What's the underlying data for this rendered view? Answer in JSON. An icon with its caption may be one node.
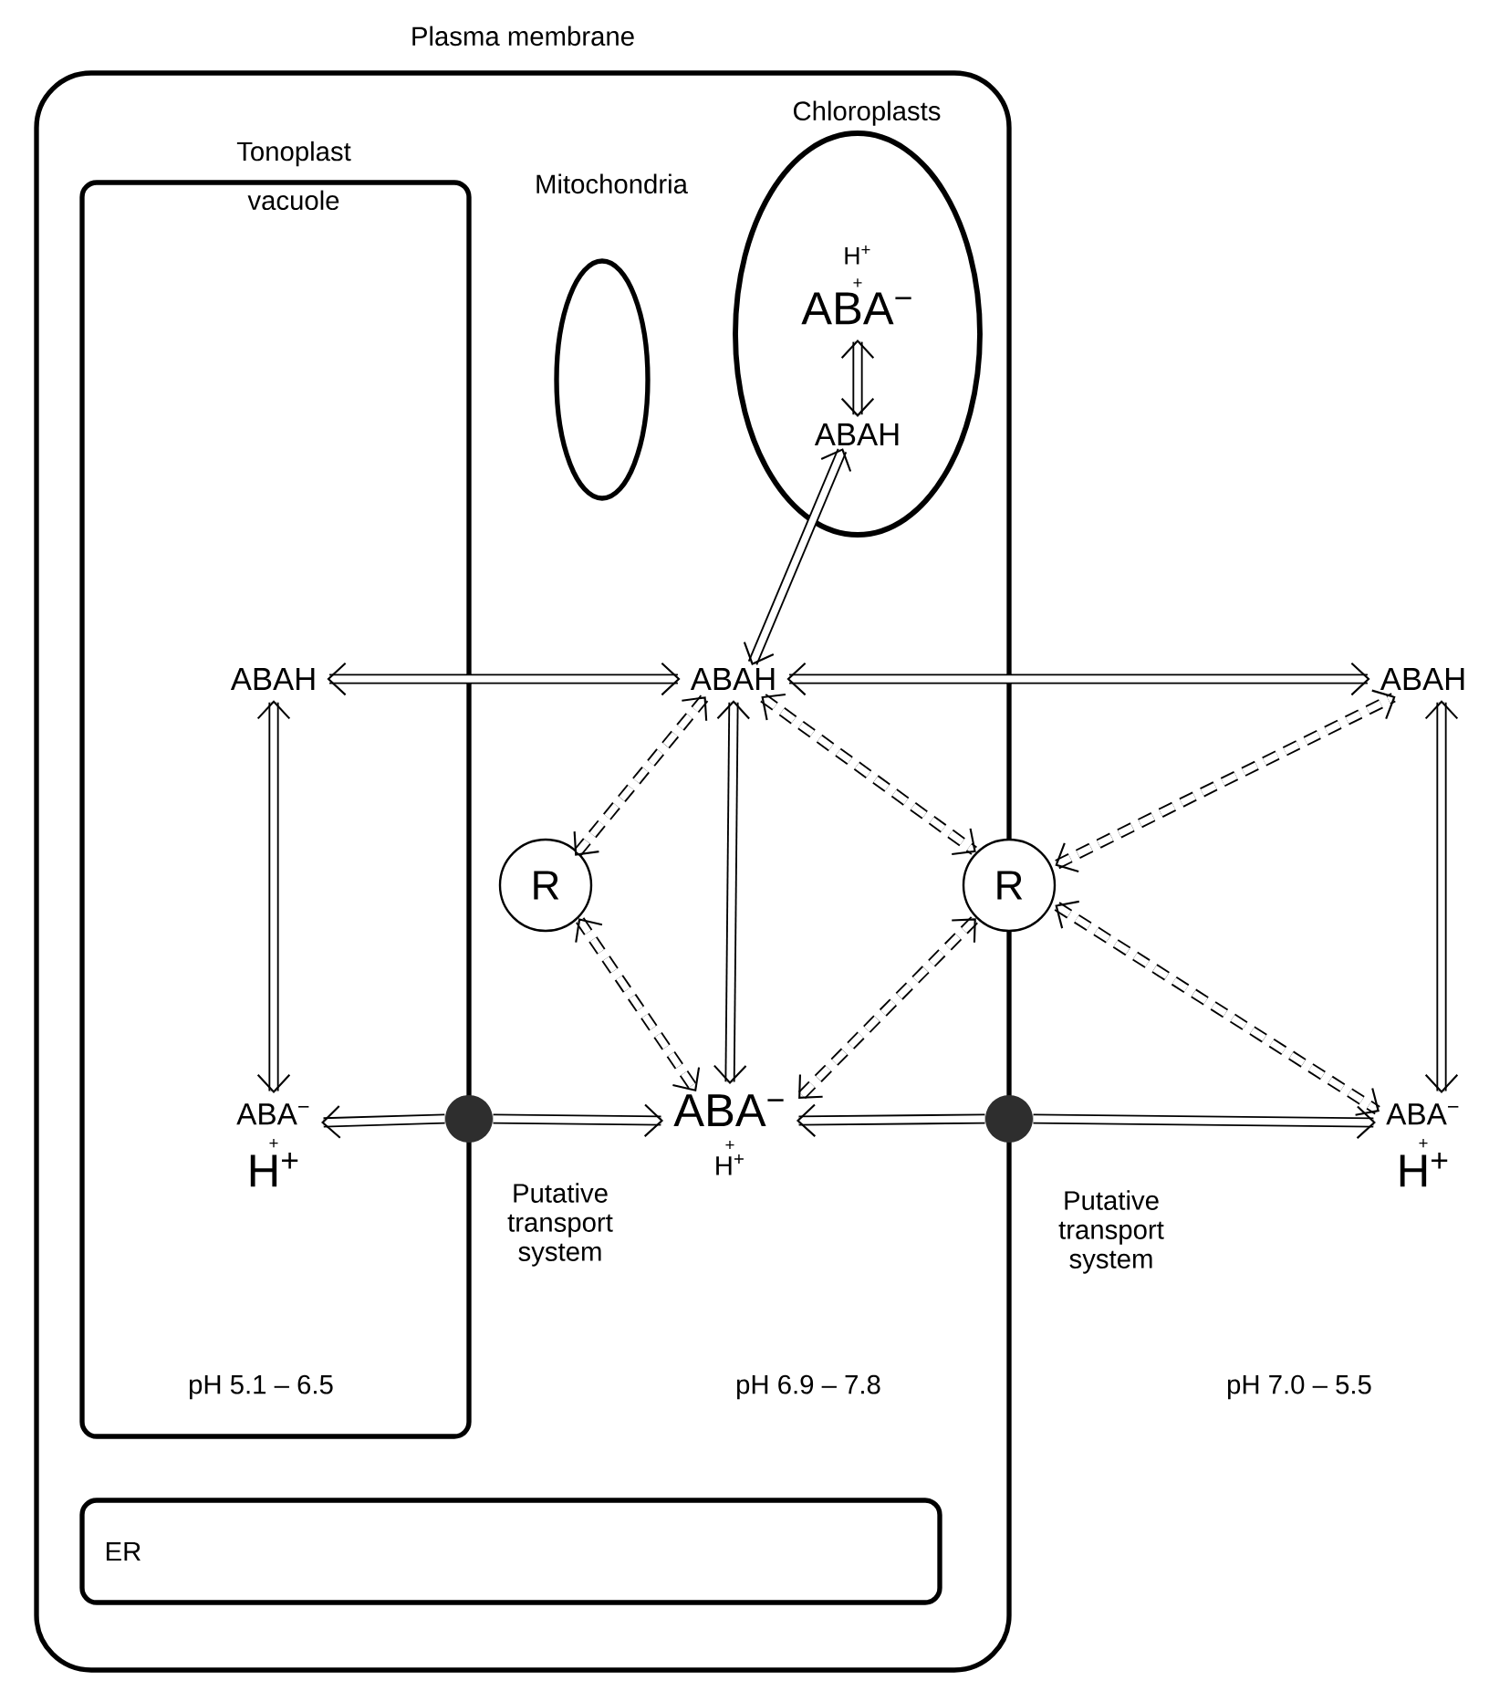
{
  "diagram": {
    "nodes": [
      {
        "text": [
          "Plasma membrane"
        ]
      },
      {
        "text": [
          "Tonoplast",
          "vacuole"
        ],
        "in": 0
      },
      {
        "text": [
          "Mitochondria"
        ],
        "in": 0
      },
      {
        "text": [
          "Chloroplasts"
        ],
        "in": 0
      },
      {
        "text": [
          "ER"
        ],
        "in": 0
      },
      {
        "text": [
          "H$^{+}$",
          "+",
          "ABA$^{−}$"
        ],
        "in": 3
      },
      {
        "text": [
          "ABAH"
        ],
        "in": 3
      },
      {
        "text": [
          "ABAH"
        ],
        "in": 1
      },
      {
        "text": [
          "ABA$^{−}$",
          "+",
          "H$^{+}$"
        ],
        "in": 1
      },
      {
        "text": [
          "ABAH"
        ],
        "in": 0
      },
      {
        "text": [
          "ABA$^{−}$",
          "+",
          "H$^{+}$"
        ],
        "in": 0
      },
      {
        "text": [
          "ABAH"
        ]
      },
      {
        "text": [
          "ABA$^{−}$",
          "+",
          "H$^{+}$"
        ]
      },
      {
        "text": [
          "R"
        ],
        "in": 0
      },
      {
        "text": [
          "R"
        ]
      },
      {
        "text": [],
        "shape": "circle",
        "beside": [
          "Putative transport system"
        ],
        "in": 0
      },
      {
        "text": [],
        "shape": "circle",
        "beside": [
          "Putative transport system"
        ]
      }
    ],
    "edges": [
      {
        "from": 5,
        "to": 6,
        "arrow": "both"
      },
      {
        "from": 6,
        "to": 9,
        "arrow": "both"
      },
      {
        "from": 7,
        "to": 9,
        "arrow": "both"
      },
      {
        "from": 9,
        "to": 11,
        "arrow": "both"
      },
      {
        "from": 7,
        "to": 8,
        "arrow": "both"
      },
      {
        "from": 9,
        "to": 10,
        "arrow": "both"
      },
      {
        "from": 11,
        "to": 12,
        "arrow": "both"
      },
      {
        "from": 15,
        "to": 8,
        "arrow": "to"
      },
      {
        "from": 15,
        "to": 10,
        "arrow": "to"
      },
      {
        "from": 16,
        "to": 10,
        "arrow": "to"
      },
      {
        "from": 16,
        "to": 12,
        "arrow": "to"
      },
      {
        "from": 9,
        "to": 13,
        "arrow": "both",
        "style": "dashed"
      },
      {
        "from": 13,
        "to": 10,
        "arrow": "both",
        "style": "dashed"
      },
      {
        "from": 9,
        "to": 14,
        "arrow": "both",
        "style": "dashed"
      },
      {
        "from": 14,
        "to": 10,
        "arrow": "both",
        "style": "dashed"
      },
      {
        "from": 14,
        "to": 11,
        "arrow": "both",
        "style": "dashed"
      },
      {
        "from": 14,
        "to": 12,
        "arrow": "both",
        "style": "dashed"
      }
    ],
    "labels": [
      "pH 5.1 – 6.5",
      "pH 6.9 – 7.8",
      "pH 7.0 – 5.5"
    ]
  }
}
